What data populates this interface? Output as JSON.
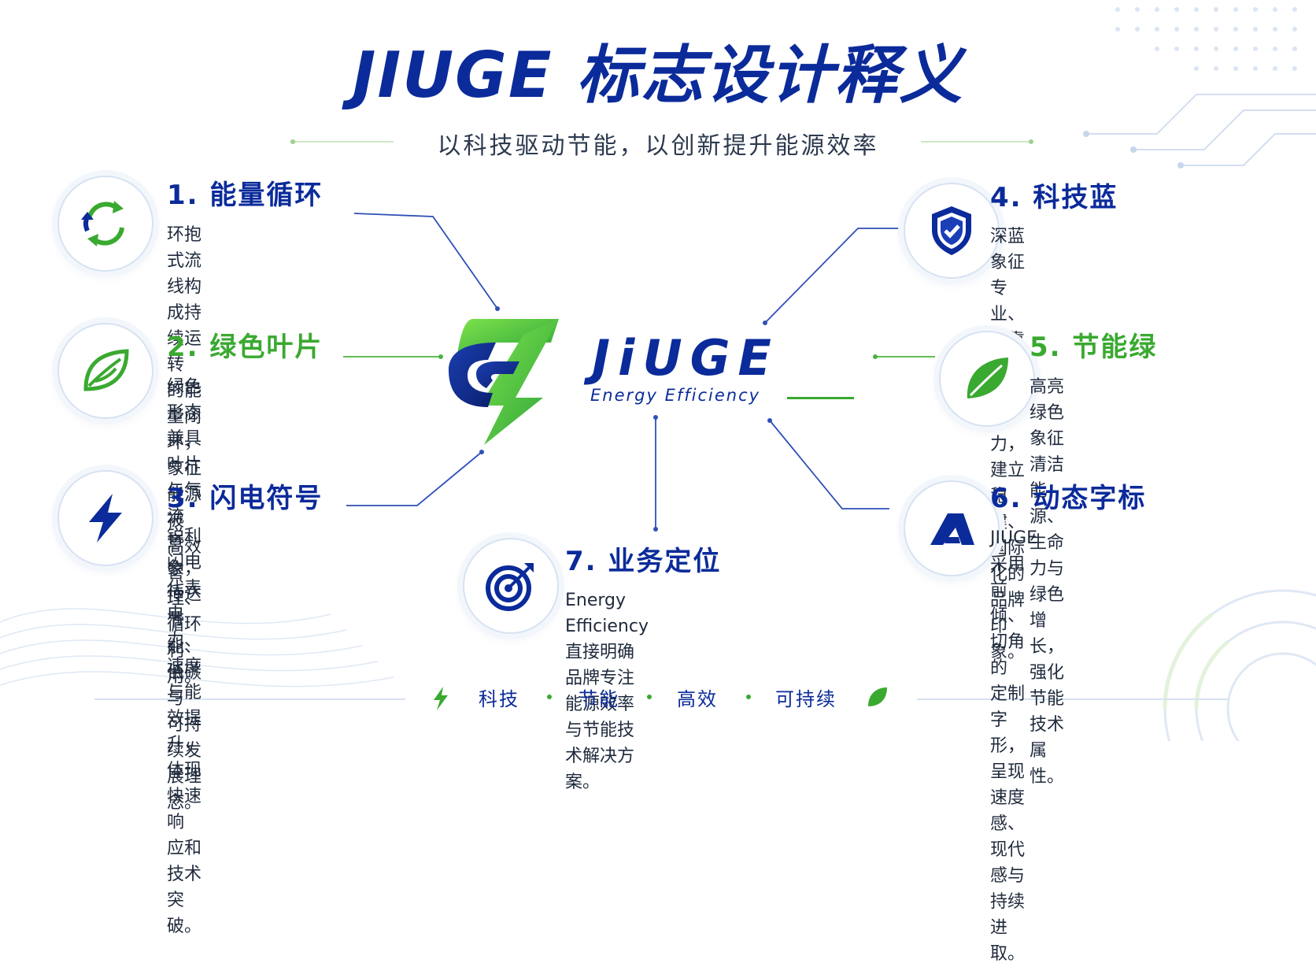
{
  "header": {
    "title": "JIUGE 标志设计释义",
    "subtitle": "以科技驱动节能，以创新提升能源效率"
  },
  "center": {
    "brand": "JiUGE",
    "tagline": "Energy Efficiency"
  },
  "features": [
    {
      "title": "1. 能量循环",
      "desc": "环抱式流线构成持续运转\n的能量闭环，象征能源被\n高效管理、循环利用。",
      "icon": "recycle-arrows-icon"
    },
    {
      "title": "2. 绿色叶片",
      "desc": "绿色形态兼具叶片与气流\n意象，传达节能、低碳与\n可持续发展理念。",
      "icon": "leaf-outline-icon"
    },
    {
      "title": "3. 闪电符号",
      "desc": "锐利闪电代表电力、速度\n与能效提升，体现快速响\n应和技术突破。",
      "icon": "lightning-icon"
    },
    {
      "title": "4. 科技蓝",
      "desc": "深蓝象征专业、可靠与科技\n实力，建立稳健、国际化的\n品牌印象。",
      "icon": "shield-check-icon"
    },
    {
      "title": "5. 节能绿",
      "desc": "高亮绿色象征清洁能源、\n生命力与绿色增长，强化\n节能技术属性。",
      "icon": "leaf-filled-icon"
    },
    {
      "title": "6. 动态字标",
      "desc": "JIUGE 采用前倾、切角的\n定制字形，呈现速度感、\n现代感与持续进取。",
      "icon": "letter-a-icon"
    },
    {
      "title": "7. 业务定位",
      "desc": "Energy Efficiency 直接明确品牌专注\n能源效率与节能技术解决方案。",
      "icon": "target-icon"
    }
  ],
  "footer": {
    "items": [
      "科技",
      "节能",
      "高效",
      "可持续"
    ]
  },
  "colors": {
    "brand_blue": "#0b2b9a",
    "brand_green": "#3aa930"
  }
}
